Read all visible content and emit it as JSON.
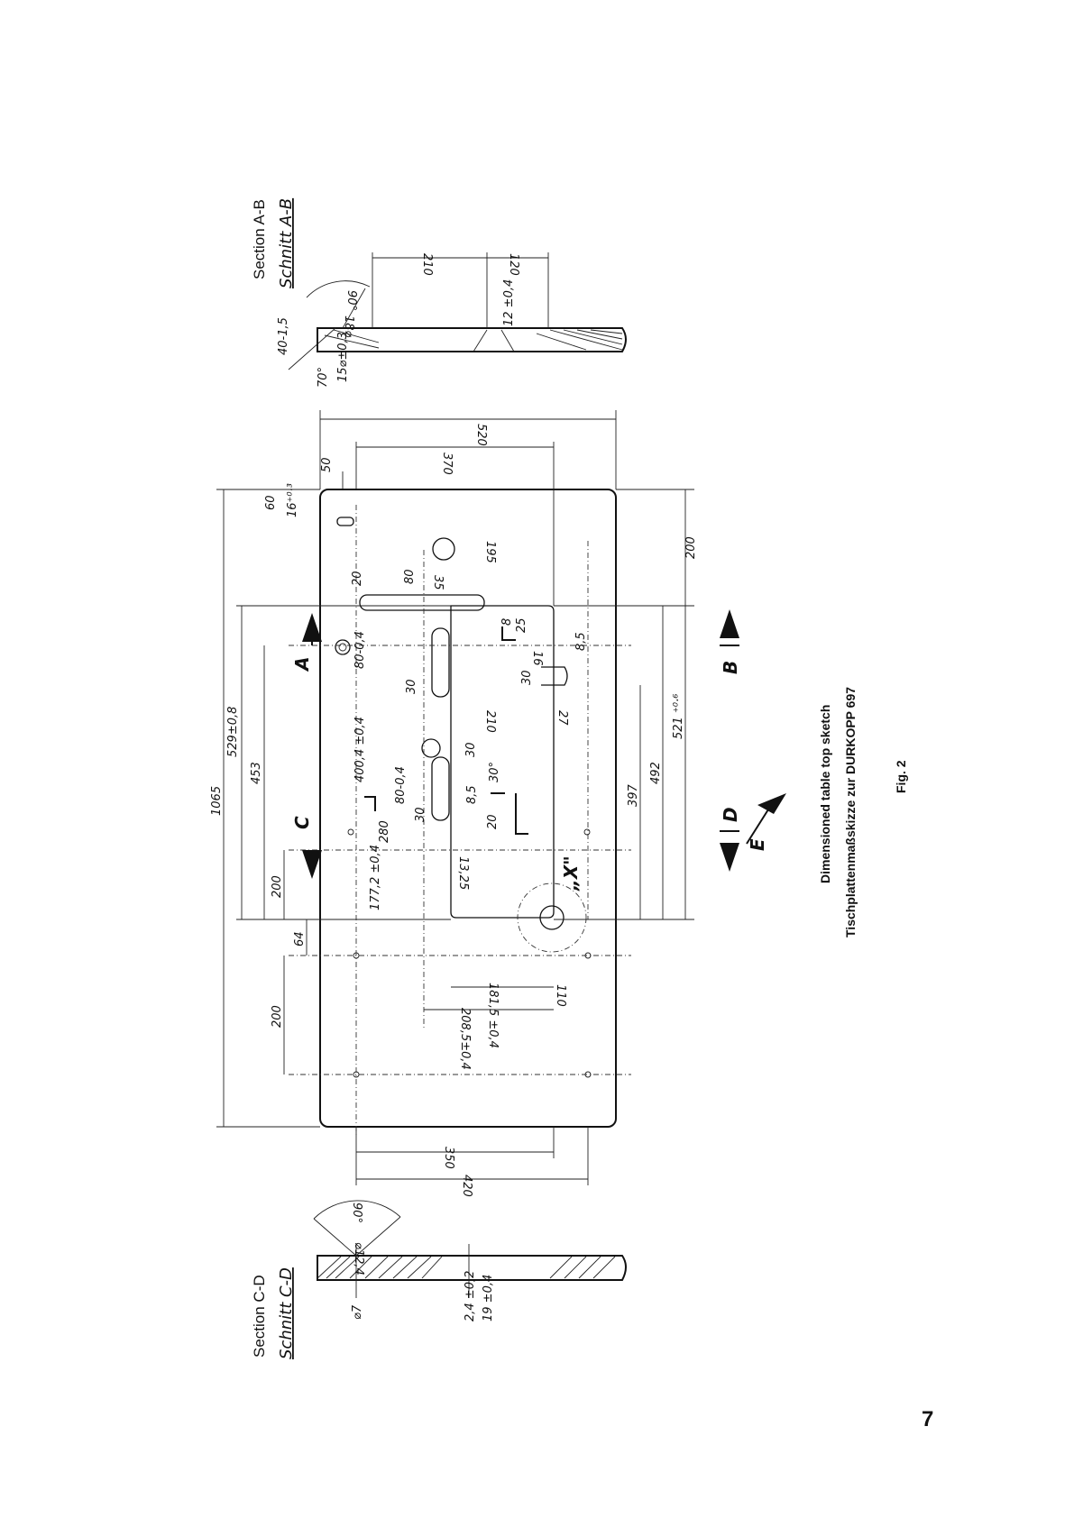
{
  "section_ab": {
    "en": "Section A-B",
    "de": "Schnitt A-B"
  },
  "section_cd": {
    "en": "Section C-D",
    "de": "Schnitt C-D"
  },
  "caption": {
    "line1": "Dimensioned table top sketch",
    "line2": "Tischplattenmaßskizze zur DURKOPP 697",
    "fig": "Fig. 2"
  },
  "page_number": "7",
  "markers": {
    "a": "A",
    "b": "B",
    "c": "C",
    "d": "D",
    "e": "E",
    "x": "„X\""
  },
  "dims": {
    "d1065": "1065",
    "d529": "529±0,8",
    "d453": "453",
    "d200a": "200",
    "d64": "64",
    "d200b": "200",
    "d520": "520",
    "d370": "370",
    "d50": "50",
    "d60": "60",
    "d16": "16⁺⁰·³",
    "d195": "195",
    "d200c": "200",
    "d80": "80",
    "d35": "35",
    "d20": "20",
    "d80b": "80-0,4",
    "d4004": "400,4 ±0,4",
    "d30a": "30",
    "d210": "210",
    "d27": "27",
    "d30b": "30",
    "d8": "8",
    "d25": "25",
    "d16b": "16",
    "d85": "8,5",
    "d397": "397",
    "d492": "492",
    "d521": "521 ⁺⁰·⁶",
    "d280": "280",
    "d80c": "80-0,4",
    "d1772": "177,2 ±0,4",
    "d30c": "30",
    "d30d": "30",
    "d85b": "8,5",
    "d20b": "20",
    "d30deg": "30°",
    "d1325": "13,25",
    "d1815": "181,5 ±0,4",
    "d110": "110",
    "d2085": "208,5±0,4",
    "d350": "350",
    "d420": "420",
    "ab_210": "210",
    "ab_120": "120",
    "ab_40": "40-1,5",
    "ab_90": "90°",
    "ab_18": "18⌀",
    "ab_12": "12 ±0,4",
    "ab_70": "70°",
    "ab_15": "15⌀±0,3",
    "cd_90": "90°",
    "cd_124": "⌀12,4",
    "cd_7": "⌀7",
    "cd_24": "2,4 ±0,2",
    "cd_19": "19 ±0,4"
  },
  "colors": {
    "ink": "#111111",
    "paper": "#ffffff"
  }
}
